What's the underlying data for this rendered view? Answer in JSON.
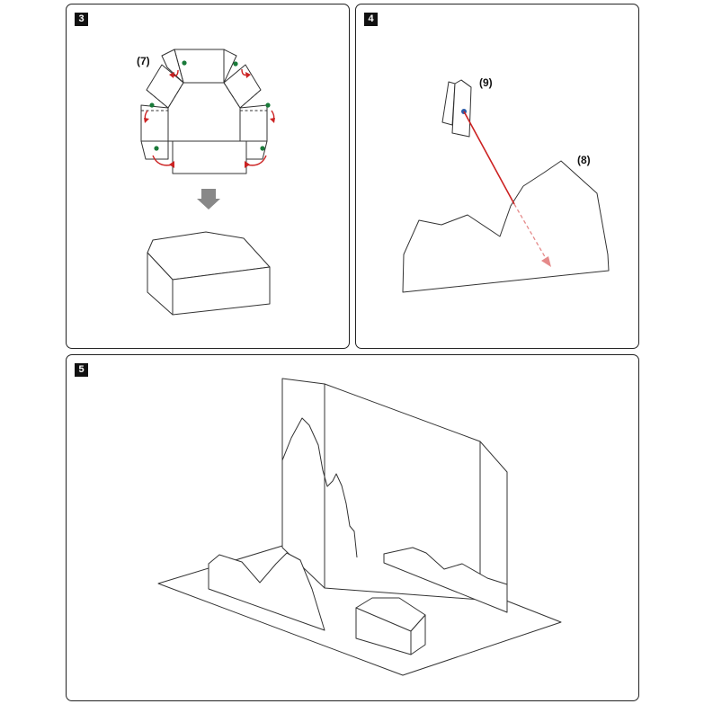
{
  "panels": [
    {
      "step": "3",
      "callouts": [
        {
          "text": "(7)"
        }
      ]
    },
    {
      "step": "4",
      "callouts": [
        {
          "text": "(9)"
        },
        {
          "text": "(8)"
        }
      ]
    },
    {
      "step": "5",
      "callouts": []
    }
  ],
  "colors": {
    "outline": "#333333",
    "glue_dot": "#1a7a3a",
    "fold_arrow": "#cc2222",
    "insert_line": "#cc2222",
    "insert_dot": "#2a5ca8",
    "step_arrow": "#888888",
    "badge": "#111111"
  }
}
